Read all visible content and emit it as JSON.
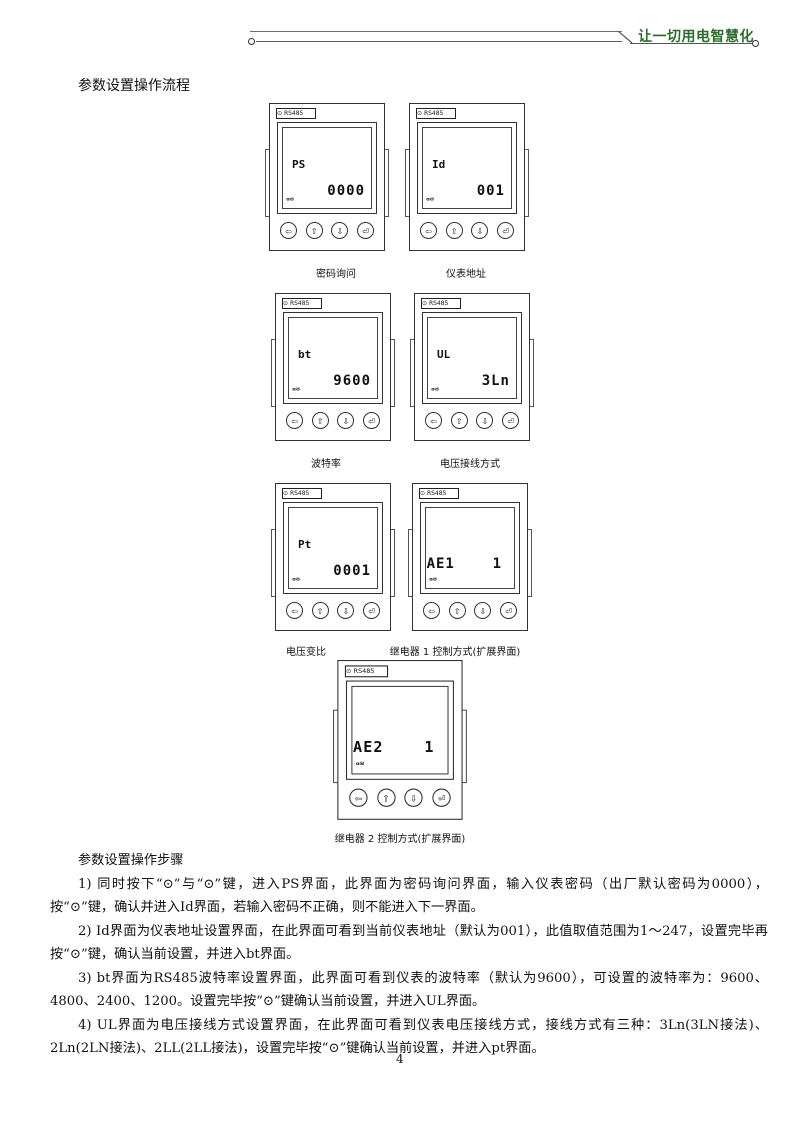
{
  "header": {
    "slogan": "让一切用电智慧化"
  },
  "section_title": "参数设置操作流程",
  "meters": [
    {
      "brand": "RS485",
      "top": "PS",
      "value": "0000",
      "caption": "密码询问"
    },
    {
      "brand": "RS485",
      "top": "Id",
      "value": "001",
      "caption": "仪表地址"
    },
    {
      "brand": "RS485",
      "top": "bt",
      "value": "9600",
      "caption": "波特率"
    },
    {
      "brand": "RS485",
      "top": "UL",
      "value": "3Ln",
      "caption": "电压接线方式"
    },
    {
      "brand": "RS485",
      "top": "Pt",
      "value": "0001",
      "caption": "电压变比"
    },
    {
      "brand": "RS485",
      "top": "",
      "value": "AE1    1",
      "caption": "继电器 1 控制方式(扩展界面)"
    },
    {
      "brand": "RS485",
      "top": "",
      "value": "AE2    1",
      "caption": "继电器 2 控制方式(扩展界面)"
    }
  ],
  "buttons": [
    "⇦",
    "⇧",
    "⇩",
    "⏎"
  ],
  "steps": {
    "title": "参数设置操作步骤",
    "paragraphs": [
      "1)  同时按下“⊙”与“⊙”键，进入PS界面，此界面为密码询问界面，输入仪表密码（出厂默认密码为0000），按“⊙”键，确认并进入Id界面，若输入密码不正确，则不能进入下一界面。",
      "2) Id界面为仪表地址设置界面，在此界面可看到当前仪表地址（默认为001），此值取值范围为1～247，设置完毕再按“⊙”键，确认当前设置，并进入bt界面。",
      "3)  bt界面为RS485波特率设置界面，此界面可看到仪表的波特率（默认为9600），可设置的波特率为：9600、4800、2400、1200。设置完毕按“⊙”键确认当前设置，并进入UL界面。",
      "4)  UL界面为电压接线方式设置界面，在此界面可看到仪表电压接线方式，接线方式有三种：3Ln(3LN接法)、2Ln(2LN接法)、2LL(2LL接法)，设置完毕按“⊙”键确认当前设置，并进入pt界面。"
    ]
  },
  "page_number": "4"
}
